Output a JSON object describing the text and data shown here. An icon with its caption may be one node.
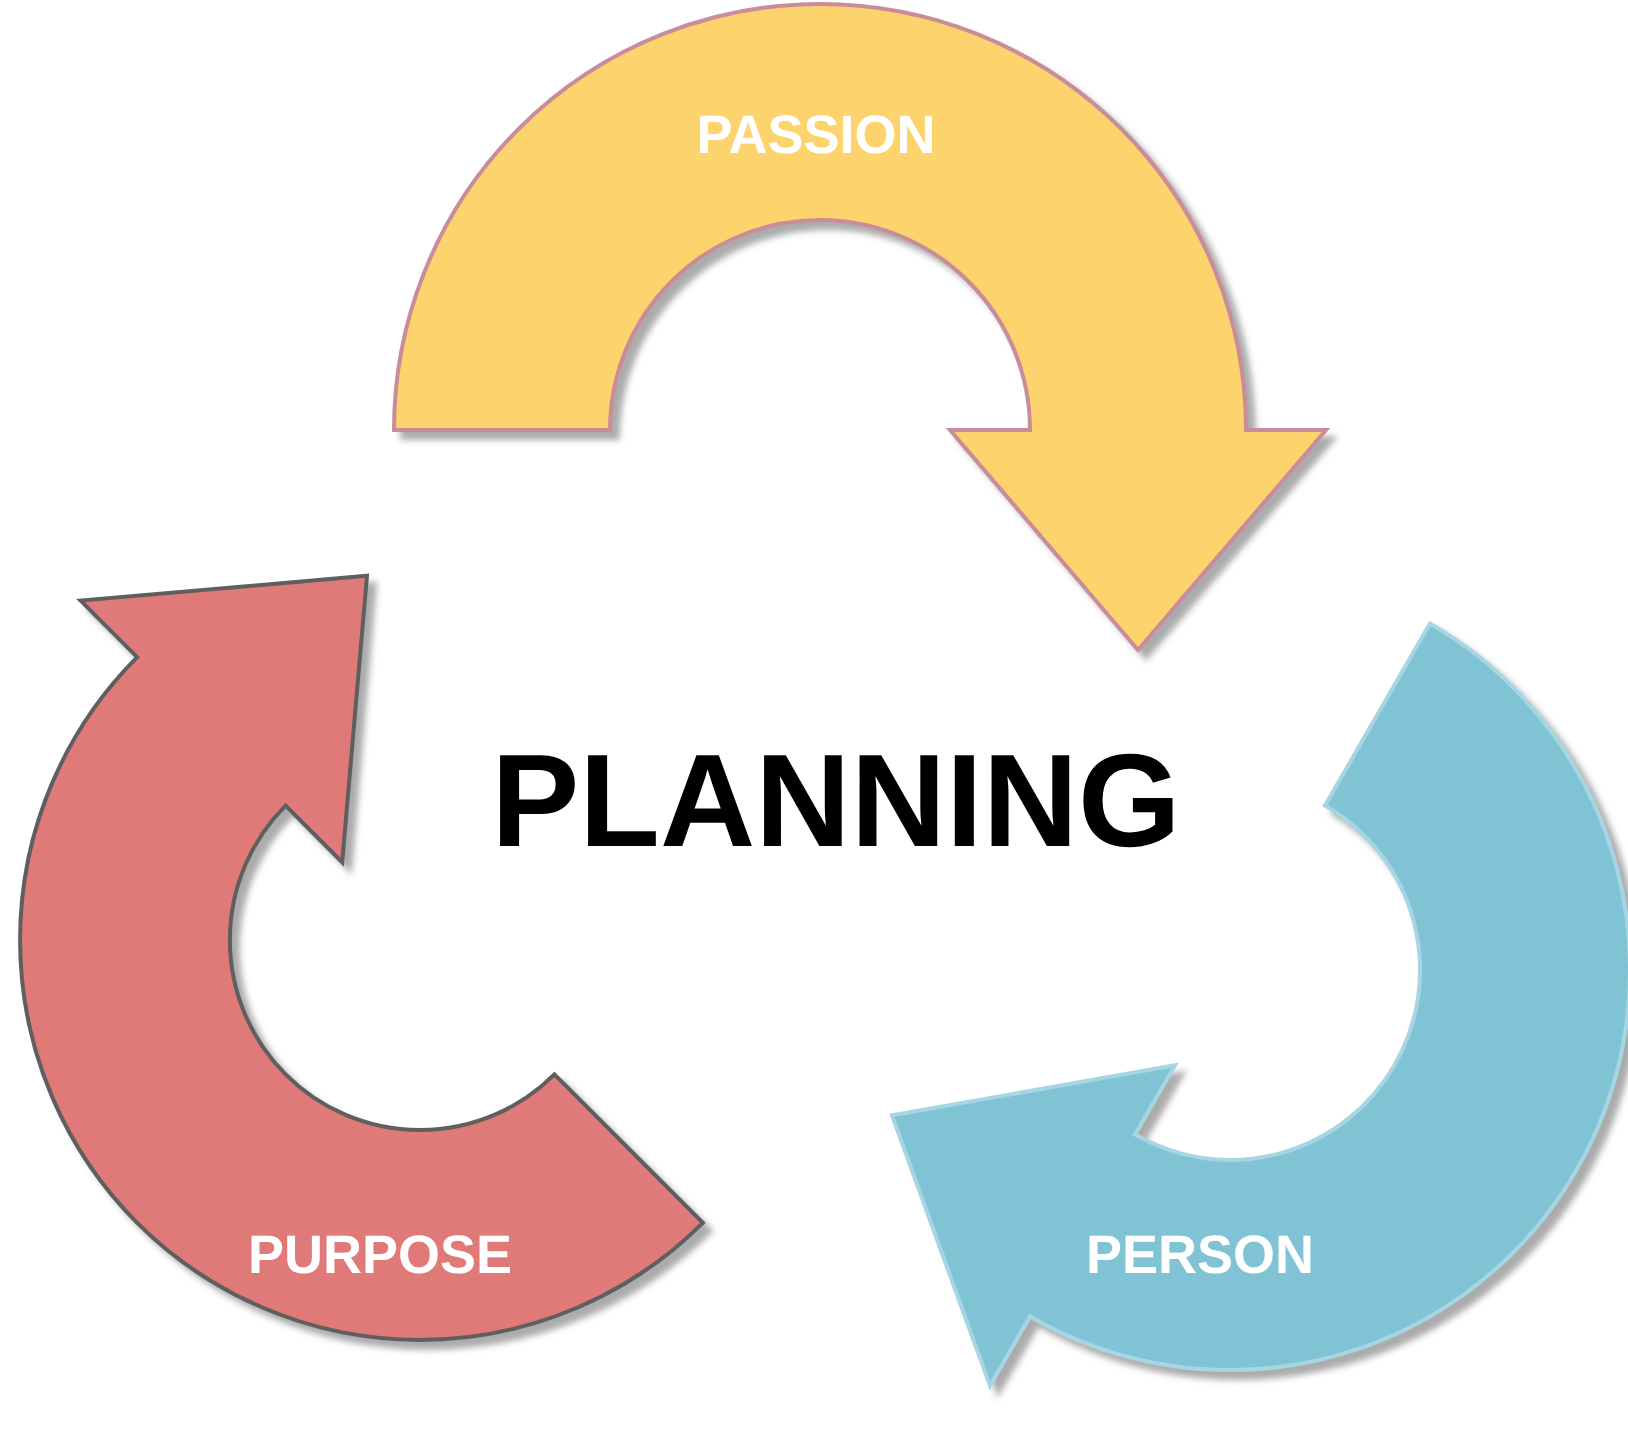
{
  "diagram": {
    "nodes": [
      {
        "text": [
          "PASSION"
        ]
      },
      {
        "text": [
          "PERSON"
        ]
      },
      {
        "text": [
          "PURPOSE"
        ]
      }
    ],
    "labels": [
      "PLANNING"
    ]
  }
}
